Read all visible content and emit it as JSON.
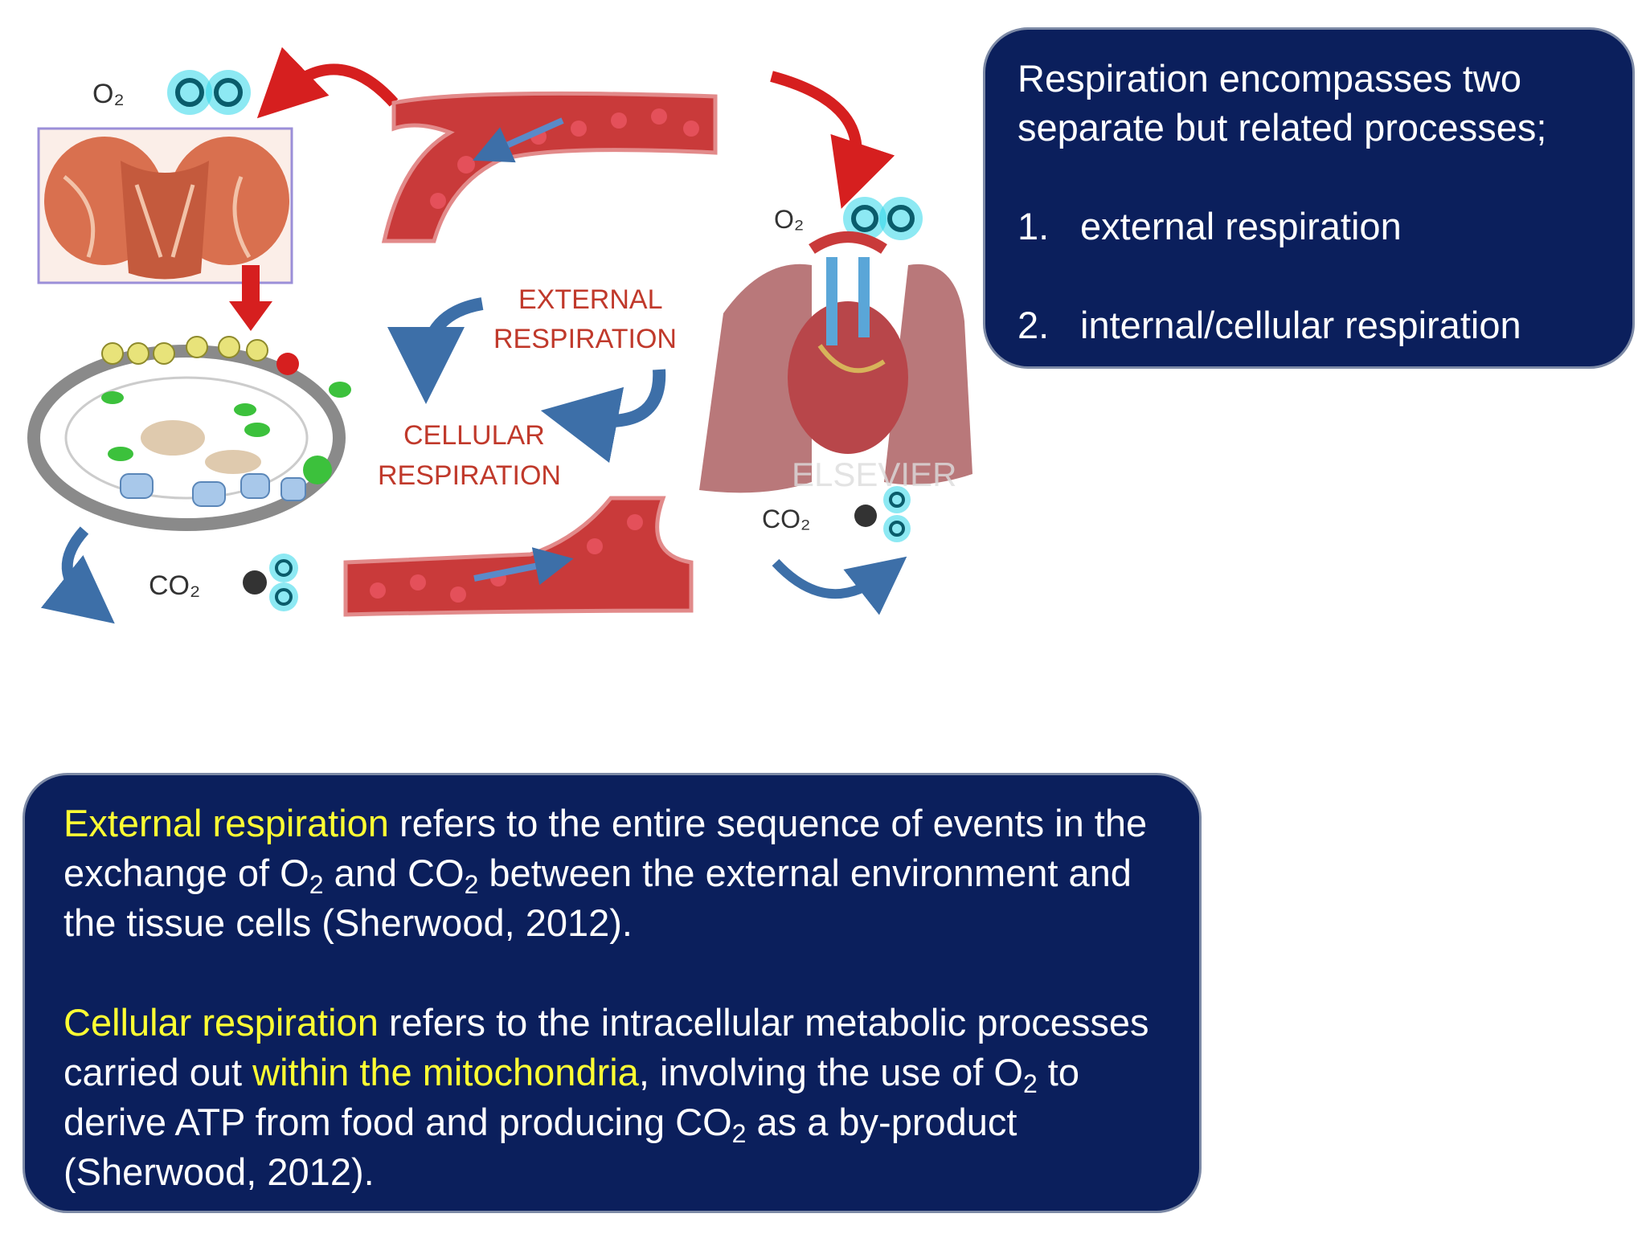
{
  "diagram": {
    "labels": {
      "o2": "O₂",
      "co2": "CO₂",
      "external_line1": "EXTERNAL",
      "external_line2": "RESPIRATION",
      "cellular_line1": "CELLULAR",
      "cellular_line2": "RESPIRATION"
    },
    "colors": {
      "label_red": "#c0392b",
      "arrow_red": "#d61f1f",
      "arrow_blue": "#3d6fa8",
      "molecule_cyan": "#2fd7ea",
      "vessel": "#c93a3a"
    },
    "watermark": "ELSEVIER"
  },
  "summary_box": {
    "intro": "Respiration encompasses two separate but related processes;",
    "items": [
      {
        "num": "1.",
        "text": "external respiration"
      },
      {
        "num": "2.",
        "text": "internal/cellular respiration"
      }
    ]
  },
  "definitions_box": {
    "external": {
      "term": "External respiration",
      "t1": " refers to the entire sequence of events in the exchange of O",
      "sub1": "2",
      "t2": " and CO",
      "sub2": "2",
      "t3": " between the external environment and the tissue cells (Sherwood, 2012)."
    },
    "cellular": {
      "term": "Cellular respiration",
      "t1": " refers to the intracellular metabolic processes carried out ",
      "highlight": "within the mitochondria",
      "t2": ", involving the use of O",
      "sub1": "2",
      "t3": " to derive ATP from food and producing CO",
      "sub2": "2",
      "t4": " as a by-product (Sherwood, 2012)."
    },
    "colors": {
      "background": "#0b1f5c",
      "highlight": "#ffff33"
    }
  }
}
